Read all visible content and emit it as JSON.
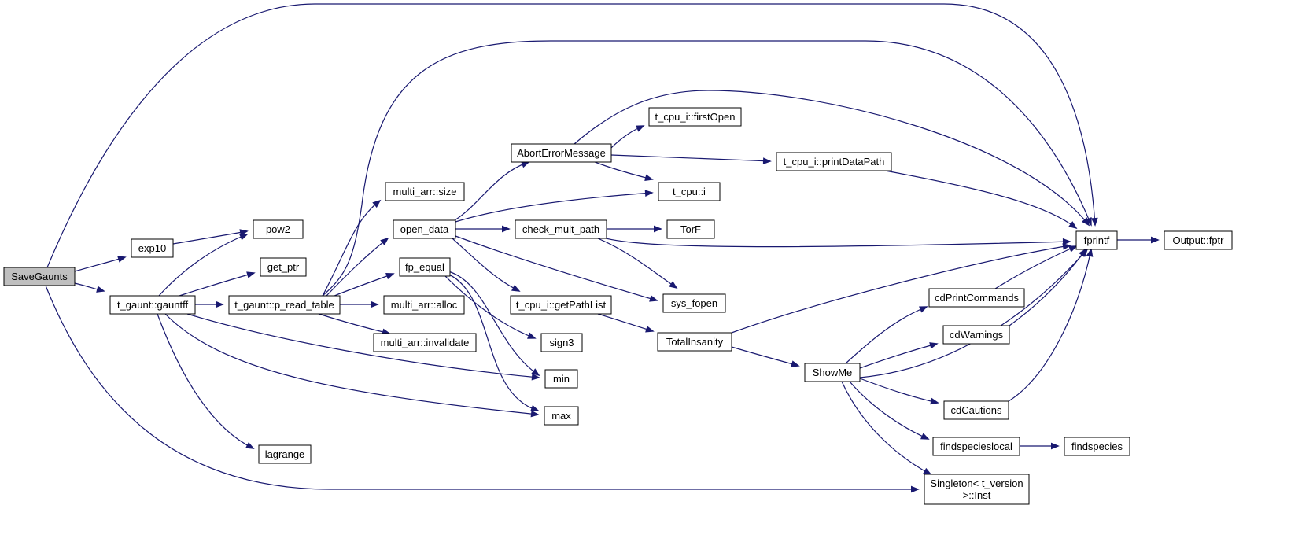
{
  "graph": {
    "nodes": [
      {
        "id": "SaveGaunts",
        "label": [
          "SaveGaunts"
        ],
        "root": true
      },
      {
        "id": "exp10",
        "label": [
          "exp10"
        ]
      },
      {
        "id": "pow2",
        "label": [
          "pow2"
        ]
      },
      {
        "id": "get_ptr",
        "label": [
          "get_ptr"
        ]
      },
      {
        "id": "gauntff",
        "label": [
          "t_gaunt::gauntff"
        ]
      },
      {
        "id": "p_read_table",
        "label": [
          "t_gaunt::p_read_table"
        ]
      },
      {
        "id": "lagrange",
        "label": [
          "lagrange"
        ]
      },
      {
        "id": "multi_size",
        "label": [
          "multi_arr::size"
        ]
      },
      {
        "id": "open_data",
        "label": [
          "open_data"
        ]
      },
      {
        "id": "fp_equal",
        "label": [
          "fp_equal"
        ]
      },
      {
        "id": "multi_alloc",
        "label": [
          "multi_arr::alloc"
        ]
      },
      {
        "id": "multi_invalidate",
        "label": [
          "multi_arr::invalidate"
        ]
      },
      {
        "id": "AbortErrorMessage",
        "label": [
          "AbortErrorMessage"
        ]
      },
      {
        "id": "check_mult_path",
        "label": [
          "check_mult_path"
        ]
      },
      {
        "id": "getPathList",
        "label": [
          "t_cpu_i::getPathList"
        ]
      },
      {
        "id": "sign3",
        "label": [
          "sign3"
        ]
      },
      {
        "id": "min",
        "label": [
          "min"
        ]
      },
      {
        "id": "max",
        "label": [
          "max"
        ]
      },
      {
        "id": "firstOpen",
        "label": [
          "t_cpu_i::firstOpen"
        ]
      },
      {
        "id": "t_cpu_i",
        "label": [
          "t_cpu::i"
        ]
      },
      {
        "id": "TorF",
        "label": [
          "TorF"
        ]
      },
      {
        "id": "sys_fopen",
        "label": [
          "sys_fopen"
        ]
      },
      {
        "id": "TotalInsanity",
        "label": [
          "TotalInsanity"
        ]
      },
      {
        "id": "printDataPath",
        "label": [
          "t_cpu_i::printDataPath"
        ]
      },
      {
        "id": "ShowMe",
        "label": [
          "ShowMe"
        ]
      },
      {
        "id": "cdPrintCommands",
        "label": [
          "cdPrintCommands"
        ]
      },
      {
        "id": "cdWarnings",
        "label": [
          "cdWarnings"
        ]
      },
      {
        "id": "cdCautions",
        "label": [
          "cdCautions"
        ]
      },
      {
        "id": "findspecieslocal",
        "label": [
          "findspecieslocal"
        ]
      },
      {
        "id": "findspecies",
        "label": [
          "findspecies"
        ]
      },
      {
        "id": "Singleton",
        "label": [
          "Singleton< t_version",
          ">::Inst"
        ]
      },
      {
        "id": "fprintf",
        "label": [
          "fprintf"
        ]
      },
      {
        "id": "Output_fptr",
        "label": [
          "Output::fptr"
        ]
      }
    ],
    "edges": [
      {
        "from": "SaveGaunts",
        "to": "exp10"
      },
      {
        "from": "SaveGaunts",
        "to": "gauntff"
      },
      {
        "from": "SaveGaunts",
        "to": "fprintf"
      },
      {
        "from": "SaveGaunts",
        "to": "Singleton"
      },
      {
        "from": "exp10",
        "to": "pow2"
      },
      {
        "from": "gauntff",
        "to": "pow2"
      },
      {
        "from": "gauntff",
        "to": "get_ptr"
      },
      {
        "from": "gauntff",
        "to": "p_read_table"
      },
      {
        "from": "gauntff",
        "to": "lagrange"
      },
      {
        "from": "gauntff",
        "to": "min"
      },
      {
        "from": "gauntff",
        "to": "max"
      },
      {
        "from": "p_read_table",
        "to": "fprintf"
      },
      {
        "from": "p_read_table",
        "to": "multi_size"
      },
      {
        "from": "p_read_table",
        "to": "open_data"
      },
      {
        "from": "p_read_table",
        "to": "fp_equal"
      },
      {
        "from": "p_read_table",
        "to": "multi_alloc"
      },
      {
        "from": "p_read_table",
        "to": "multi_invalidate"
      },
      {
        "from": "open_data",
        "to": "AbortErrorMessage"
      },
      {
        "from": "open_data",
        "to": "t_cpu_i"
      },
      {
        "from": "open_data",
        "to": "check_mult_path"
      },
      {
        "from": "open_data",
        "to": "getPathList"
      },
      {
        "from": "open_data",
        "to": "sys_fopen"
      },
      {
        "from": "fp_equal",
        "to": "sign3"
      },
      {
        "from": "fp_equal",
        "to": "min"
      },
      {
        "from": "fp_equal",
        "to": "max"
      },
      {
        "from": "AbortErrorMessage",
        "to": "firstOpen"
      },
      {
        "from": "AbortErrorMessage",
        "to": "t_cpu_i"
      },
      {
        "from": "AbortErrorMessage",
        "to": "printDataPath"
      },
      {
        "from": "AbortErrorMessage",
        "to": "fprintf"
      },
      {
        "from": "check_mult_path",
        "to": "TorF"
      },
      {
        "from": "check_mult_path",
        "to": "sys_fopen"
      },
      {
        "from": "check_mult_path",
        "to": "fprintf"
      },
      {
        "from": "getPathList",
        "to": "TotalInsanity"
      },
      {
        "from": "TotalInsanity",
        "to": "fprintf"
      },
      {
        "from": "TotalInsanity",
        "to": "ShowMe"
      },
      {
        "from": "printDataPath",
        "to": "fprintf"
      },
      {
        "from": "ShowMe",
        "to": "cdPrintCommands"
      },
      {
        "from": "ShowMe",
        "to": "cdWarnings"
      },
      {
        "from": "ShowMe",
        "to": "fprintf"
      },
      {
        "from": "ShowMe",
        "to": "cdCautions"
      },
      {
        "from": "ShowMe",
        "to": "findspecieslocal"
      },
      {
        "from": "ShowMe",
        "to": "Singleton"
      },
      {
        "from": "cdPrintCommands",
        "to": "fprintf"
      },
      {
        "from": "cdWarnings",
        "to": "fprintf"
      },
      {
        "from": "cdCautions",
        "to": "fprintf"
      },
      {
        "from": "findspecieslocal",
        "to": "findspecies"
      },
      {
        "from": "fprintf",
        "to": "Output_fptr"
      }
    ]
  }
}
